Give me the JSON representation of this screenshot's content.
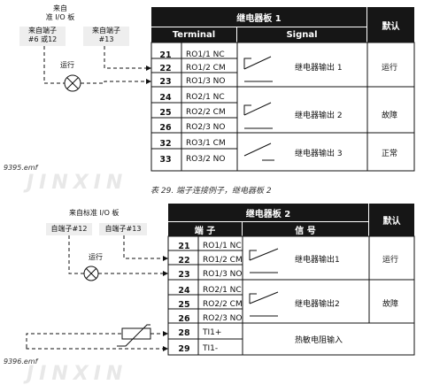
{
  "watermark": {
    "text": "JINXIN"
  },
  "diagram1": {
    "source_label": "来自\n准 I/O 板",
    "term_a": "来自端子\n#6 或12",
    "term_b": "来自端子\n#13",
    "lamp_label": "运行",
    "title": "继电器板 1",
    "col_terminal": "Terminal",
    "col_signal": "Signal",
    "col_default": "默认",
    "rows": [
      {
        "num": "21",
        "label": "RO1/1 NC"
      },
      {
        "num": "22",
        "label": "RO1/2 CM"
      },
      {
        "num": "23",
        "label": "RO1/3 NO"
      },
      {
        "num": "24",
        "label": "RO2/1 NC"
      },
      {
        "num": "25",
        "label": "RO2/2 CM"
      },
      {
        "num": "26",
        "label": "RO2/3 NO"
      },
      {
        "num": "32",
        "label": "RO3/1 CM"
      },
      {
        "num": "33",
        "label": "RO3/2 NO"
      }
    ],
    "signals": [
      "继电器输出 1",
      "继电器输出 2",
      "继电器输出 3"
    ],
    "defaults": [
      "运行",
      "故障",
      "正常"
    ],
    "caption": "9395.emf"
  },
  "table_caption": "表 29. 端子连接例子，继电器板 2",
  "diagram2": {
    "source_label": "来自标准 I/O 板",
    "term_a": "自端子#12",
    "term_b": "自端子#13",
    "lamp_label": "运行",
    "title": "继电器板 2",
    "col_terminal": "端  子",
    "col_signal": "信    号",
    "col_default": "默认",
    "rows": [
      {
        "num": "21",
        "label": "RO1/1 NC"
      },
      {
        "num": "22",
        "label": "RO1/2 CM"
      },
      {
        "num": "23",
        "label": "RO1/3 NO"
      },
      {
        "num": "24",
        "label": "RO2/1 NC"
      },
      {
        "num": "25",
        "label": "RO2/2 CM"
      },
      {
        "num": "26",
        "label": "RO2/3 NO"
      },
      {
        "num": "28",
        "label": "TI1+"
      },
      {
        "num": "29",
        "label": "TI1-"
      }
    ],
    "signals": [
      "继电器输出1",
      "继电器输出2",
      "热敏电阻输入"
    ],
    "defaults": [
      "运行",
      "故障"
    ],
    "caption": "9396.emf"
  }
}
